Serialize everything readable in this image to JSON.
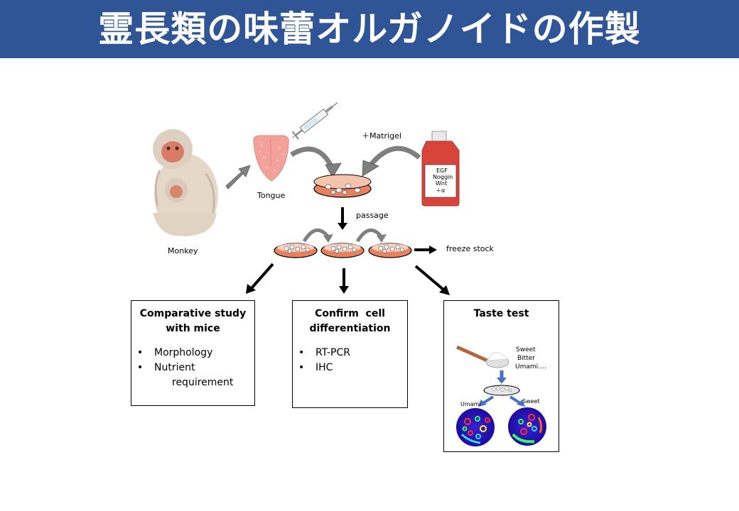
{
  "title": "霊長類の味蕾オルガノイドの作製",
  "labels": {
    "monkey": "Monkey",
    "tongue": "Tongue",
    "matrigel": "＋Matrigel",
    "passage": "passage",
    "freeze_stock": "freeze stock",
    "medium_line1": "EGF",
    "medium_line2": "Noggin",
    "medium_line3": "Wnt",
    "medium_line4": "＋α"
  },
  "boxes": {
    "comparative": {
      "title_line1": "Comparative study",
      "title_line2": "with mice",
      "items": [
        "Morphology",
        "Nutrient",
        "requirement"
      ]
    },
    "confirm": {
      "title_line1": "Confirm  cell",
      "title_line2": "differentiation",
      "items": [
        "RT-PCR",
        "IHC"
      ]
    },
    "taste": {
      "title": "Taste test",
      "tastants": [
        "Sweet",
        "Bitter",
        "Umami…."
      ],
      "umami": "Umami",
      "sweet": "Sweet"
    }
  },
  "colors": {
    "title_bar": "#2f5597",
    "dish_fill": "#e8825e",
    "medium": "#d9443a",
    "tongue": "#f2a29a",
    "arrow_blue": "#4472c4"
  }
}
